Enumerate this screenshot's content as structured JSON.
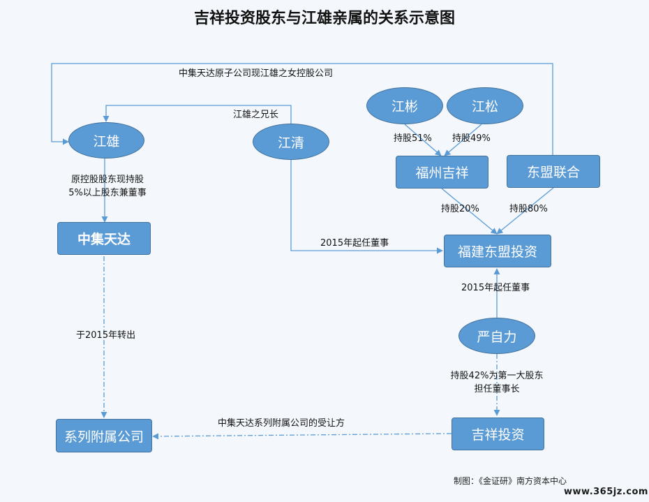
{
  "title": "吉祥投资股东与江雄亲属的关系示意图",
  "nodes": {
    "jiangxiong": "江雄",
    "jiangqing": "江清",
    "jiangbin": "江彬",
    "jiangsong": "江松",
    "fuzhou_jixiang": "福州吉祥",
    "dongmeng_lianhe": "东盟联合",
    "zhongji_tianda": "中集天达",
    "fujian_dongmeng": "福建东盟投资",
    "yan_zili": "严自力",
    "jixiang_touzi": "吉祥投资",
    "affiliate": "系列附属公司"
  },
  "labels": {
    "top_loop": "中集天达原子公司现江雄之女控股公司",
    "brother": "江雄之兄长",
    "bin_51": "持股51%",
    "song_49": "持股49%",
    "former_holder_line1": "原控股股东现持股",
    "former_holder_line2": "5%以上股东兼董事",
    "fz_20": "持股20%",
    "dm_80": "持股80%",
    "qing_director": "2015年起任董事",
    "yan_director": "2015年起任董事",
    "transfer_out": "于2015年转出",
    "yan_42_line1": "持股42%为第一大股东",
    "yan_42_line2": "担任董事长",
    "transferee": "中集天达系列附属公司的受让方"
  },
  "credit": "制图：《金证研》南方资本中心",
  "watermark": "www.365jz.com",
  "colors": {
    "node_fill": "#5b9bd5",
    "node_border": "#41719c",
    "edge": "#5b9bd5"
  }
}
